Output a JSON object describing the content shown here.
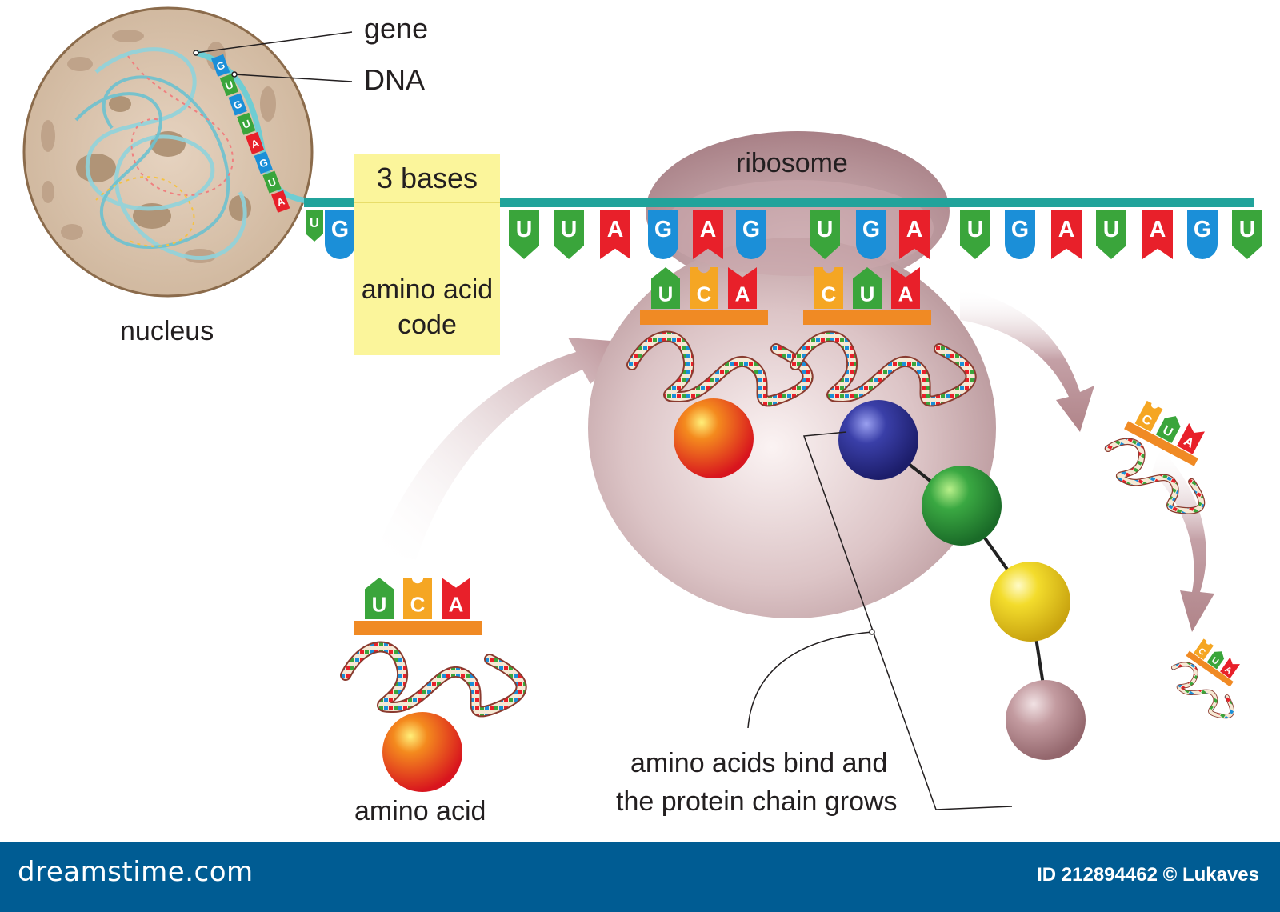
{
  "labels": {
    "gene": "gene",
    "dna": "DNA",
    "nucleus": "nucleus",
    "ribosome": "ribosome",
    "three_bases": "3 bases",
    "amino_acid_code": "amino acid code",
    "amino_acid": "amino acid",
    "chain_grows_line1": "amino acids bind and",
    "chain_grows_line2": "the protein chain grows"
  },
  "mrna_strand": [
    "U",
    "G",
    "U",
    "A",
    "G",
    "U",
    "U",
    "A",
    "G",
    "A",
    "G",
    "U",
    "G",
    "A",
    "U",
    "G",
    "A",
    "U",
    "A",
    "G",
    "U"
  ],
  "nucleus_strand": [
    "A",
    "U",
    "G",
    "A",
    "U",
    "G",
    "U",
    "G"
  ],
  "trna_anticodons": {
    "ribosome_left": [
      "U",
      "C",
      "A"
    ],
    "ribosome_right": [
      "C",
      "U",
      "A"
    ],
    "incoming": [
      "U",
      "C",
      "A"
    ],
    "exiting_1": [
      "C",
      "U",
      "A"
    ],
    "exiting_2": [
      "C",
      "U",
      "A"
    ]
  },
  "base_colors": {
    "A": "#e8202a",
    "G": "#1b8fd8",
    "U": "#3aa53b",
    "C": "#f5a623"
  },
  "amino_acid_colors": [
    "#e8202a",
    "#2b2f8f",
    "#2e9a3b",
    "#f1d21a",
    "#b48b91"
  ],
  "footer": {
    "site": "dreamstime.com",
    "image_id": "ID 212894462 © Lukaves"
  }
}
